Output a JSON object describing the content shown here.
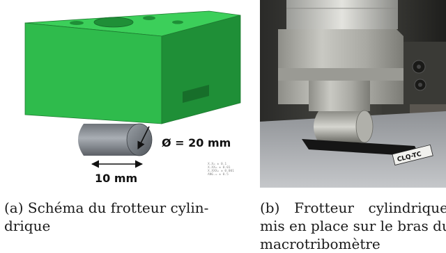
{
  "figure_a": {
    "diameter_label": "Ø = 20 mm",
    "width_label": "10 mm",
    "tolerance_block": [
      "X.X= ± 0.1",
      "X.XX= ± 0.01",
      "X.XXX= ± 0.001",
      "ANG.= ± 0.5"
    ],
    "caption": {
      "line1": "(a) Schéma du frotteur cylin-",
      "line2": "drique"
    }
  },
  "figure_b": {
    "sample_tag": "CLQ-TC",
    "caption": {
      "line1": "(b) Frotteur cylindrique",
      "line2": "mis en place sur le bras du",
      "line3": "macrotribomètre"
    }
  },
  "colors": {
    "block_green": "#2fbb4c",
    "block_green_dark": "#1f8f37",
    "block_green_top": "#3ccf5a",
    "roller_gray": "#8a8f95",
    "photo_steel": "#b7b7b2"
  }
}
